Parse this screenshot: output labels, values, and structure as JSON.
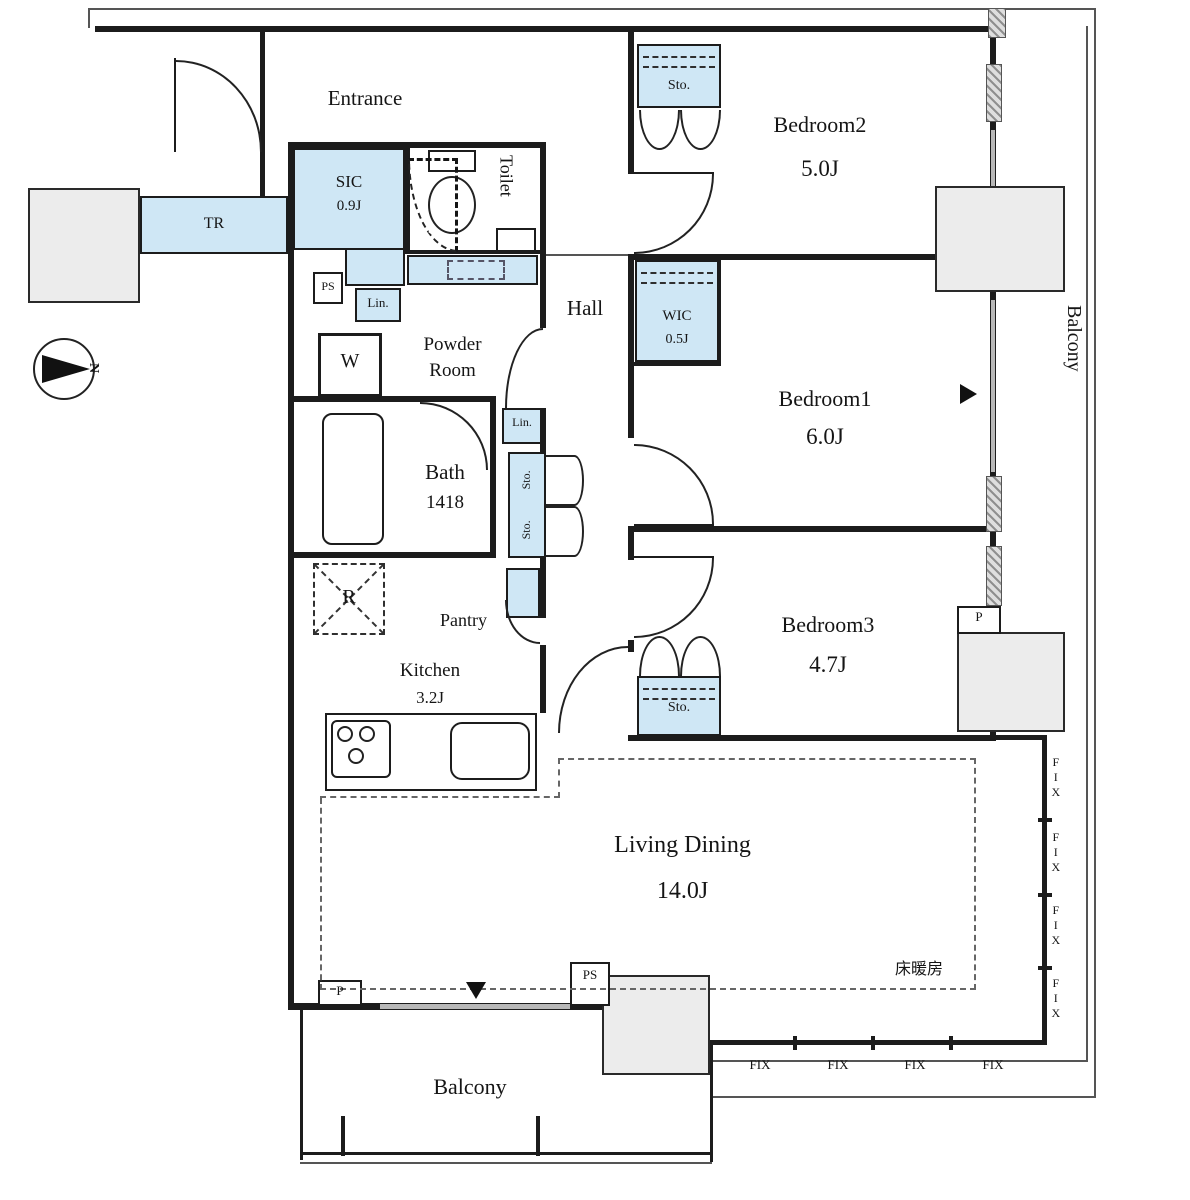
{
  "colors": {
    "storage_fill": "#cfe7f5",
    "column_fill": "#ececec",
    "wall": "#1c1c1c"
  },
  "compass": {
    "north_label": "N"
  },
  "labels": {
    "entrance": "Entrance",
    "sic_name": "SIC",
    "sic_size": "0.9J",
    "toilet": "Toilet",
    "tr": "TR",
    "ps_top": "PS",
    "lin_top": "Lin.",
    "hall": "Hall",
    "washer": "W",
    "powder_line1": "Powder",
    "powder_line2": "Room",
    "lin_mid": "Lin.",
    "bath_name": "Bath",
    "bath_size": "1418",
    "sto_hall_1": "Sto.",
    "sto_hall_2": "Sto.",
    "fridge": "R",
    "pantry": "Pantry",
    "kitchen_name": "Kitchen",
    "kitchen_size": "3.2J",
    "living_name": "Living Dining",
    "living_size": "14.0J",
    "floor_heating": "床暖房",
    "balcony_bottom": "Balcony",
    "balcony_right": "Balcony",
    "p_left": "P",
    "ps_bottom": "PS",
    "p_right": "P",
    "sto_bd2": "Sto.",
    "bedroom2_name": "Bedroom2",
    "bedroom2_size": "5.0J",
    "wic_name": "WIC",
    "wic_size": "0.5J",
    "bedroom1_name": "Bedroom1",
    "bedroom1_size": "6.0J",
    "bedroom3_name": "Bedroom3",
    "bedroom3_size": "4.7J",
    "sto_bd3": "Sto."
  },
  "fix": {
    "right": [
      "FIX",
      "FIX",
      "FIX",
      "FIX"
    ],
    "bottom": [
      "FIX",
      "FIX",
      "FIX",
      "FIX"
    ]
  }
}
